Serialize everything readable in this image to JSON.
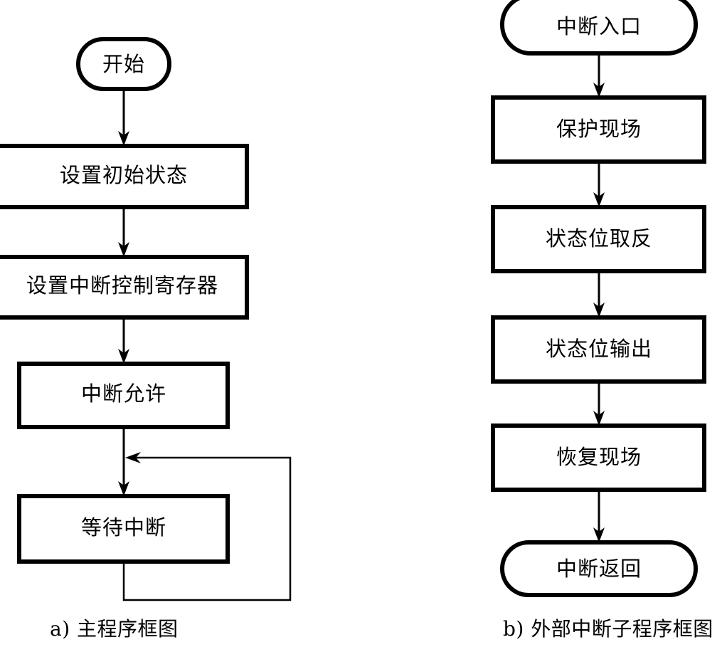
{
  "figure": {
    "type": "flowchart",
    "background_color": "#ffffff",
    "line_color": "#000000",
    "text_color": "#000000",
    "panels": [
      {
        "id": "panel-a",
        "caption": "a) 主程序框图",
        "nodes": [
          {
            "id": "a1",
            "shape": "terminator",
            "label": "开始"
          },
          {
            "id": "a2",
            "shape": "process",
            "label": "设置初始状态"
          },
          {
            "id": "a3",
            "shape": "process",
            "label": "设置中断控制寄存器"
          },
          {
            "id": "a4",
            "shape": "process",
            "label": "中断允许"
          },
          {
            "id": "a5",
            "shape": "process",
            "label": "等待中断"
          }
        ],
        "edges": [
          {
            "from": "a1",
            "to": "a2",
            "type": "straight-down"
          },
          {
            "from": "a2",
            "to": "a3",
            "type": "straight-down"
          },
          {
            "from": "a3",
            "to": "a4",
            "type": "straight-down"
          },
          {
            "from": "a4",
            "to": "a5",
            "type": "straight-down"
          },
          {
            "from": "a5",
            "to": "a5-loop-join",
            "type": "loop-back-right"
          }
        ]
      },
      {
        "id": "panel-b",
        "caption": "b) 外部中断子程序框图",
        "nodes": [
          {
            "id": "b1",
            "shape": "terminator",
            "label": "中断入口"
          },
          {
            "id": "b2",
            "shape": "process",
            "label": "保护现场"
          },
          {
            "id": "b3",
            "shape": "process",
            "label": "状态位取反"
          },
          {
            "id": "b4",
            "shape": "process",
            "label": "状态位输出"
          },
          {
            "id": "b5",
            "shape": "process",
            "label": "恢复现场"
          },
          {
            "id": "b6",
            "shape": "terminator",
            "label": "中断返回"
          }
        ],
        "edges": [
          {
            "from": "b1",
            "to": "b2",
            "type": "straight-down"
          },
          {
            "from": "b2",
            "to": "b3",
            "type": "straight-down"
          },
          {
            "from": "b3",
            "to": "b4",
            "type": "straight-down"
          },
          {
            "from": "b4",
            "to": "b5",
            "type": "straight-down"
          },
          {
            "from": "b5",
            "to": "b6",
            "type": "straight-down"
          }
        ]
      }
    ]
  },
  "labels": {
    "a1": "开始",
    "a2": "设置初始状态",
    "a3": "设置中断控制寄存器",
    "a4": "中断允许",
    "a5": "等待中断",
    "caption_a": "a) 主程序框图",
    "b1": "中断入口",
    "b2": "保护现场",
    "b3": "状态位取反",
    "b4": "状态位输出",
    "b5": "恢复现场",
    "b6": "中断返回",
    "caption_b": "b) 外部中断子程序框图"
  }
}
